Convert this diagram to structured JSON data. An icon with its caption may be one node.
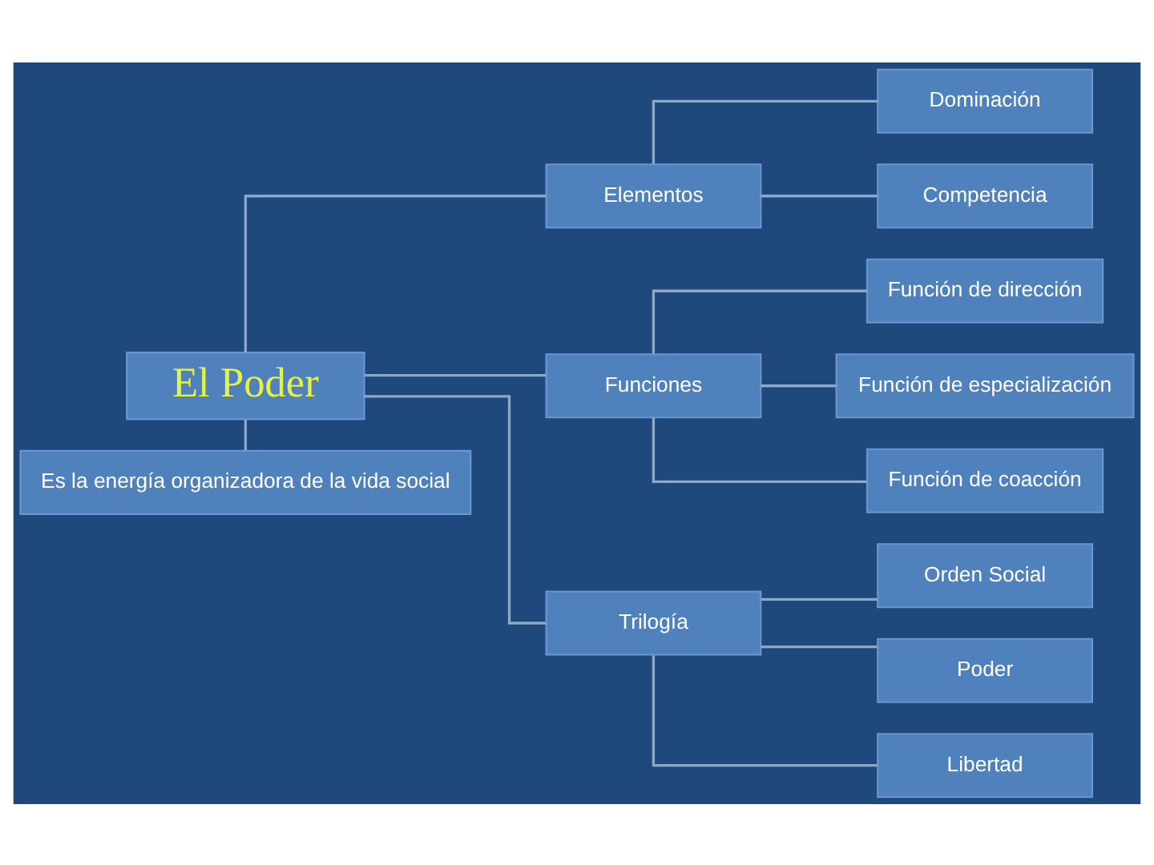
{
  "diagram": {
    "nodes": [
      {
        "text": [
          "El Poder"
        ]
      },
      {
        "text": [
          "Es la energía organizadora de la vida social"
        ]
      },
      {
        "text": [
          "Elementos"
        ]
      },
      {
        "text": [
          "Funciones"
        ]
      },
      {
        "text": [
          "Trilogía"
        ]
      },
      {
        "text": [
          "Dominación"
        ]
      },
      {
        "text": [
          "Competencia"
        ]
      },
      {
        "text": [
          "Función de dirección"
        ]
      },
      {
        "text": [
          "Función de especialización"
        ]
      },
      {
        "text": [
          "Función de coacción"
        ]
      },
      {
        "text": [
          "Orden Social"
        ]
      },
      {
        "text": [
          "Poder"
        ]
      },
      {
        "text": [
          "Libertad"
        ]
      }
    ],
    "edges": [
      {
        "from": 0,
        "to": 1,
        "arrow": "none"
      },
      {
        "from": 0,
        "to": 2,
        "arrow": "none"
      },
      {
        "from": 0,
        "to": 3,
        "arrow": "none"
      },
      {
        "from": 0,
        "to": 4,
        "arrow": "none"
      },
      {
        "from": 2,
        "to": 5,
        "arrow": "none"
      },
      {
        "from": 2,
        "to": 6,
        "arrow": "none"
      },
      {
        "from": 3,
        "to": 7,
        "arrow": "none"
      },
      {
        "from": 3,
        "to": 8,
        "arrow": "none"
      },
      {
        "from": 3,
        "to": 9,
        "arrow": "none"
      },
      {
        "from": 4,
        "to": 10,
        "arrow": "none"
      },
      {
        "from": 4,
        "to": 11,
        "arrow": "none"
      },
      {
        "from": 4,
        "to": 12,
        "arrow": "none"
      }
    ]
  }
}
